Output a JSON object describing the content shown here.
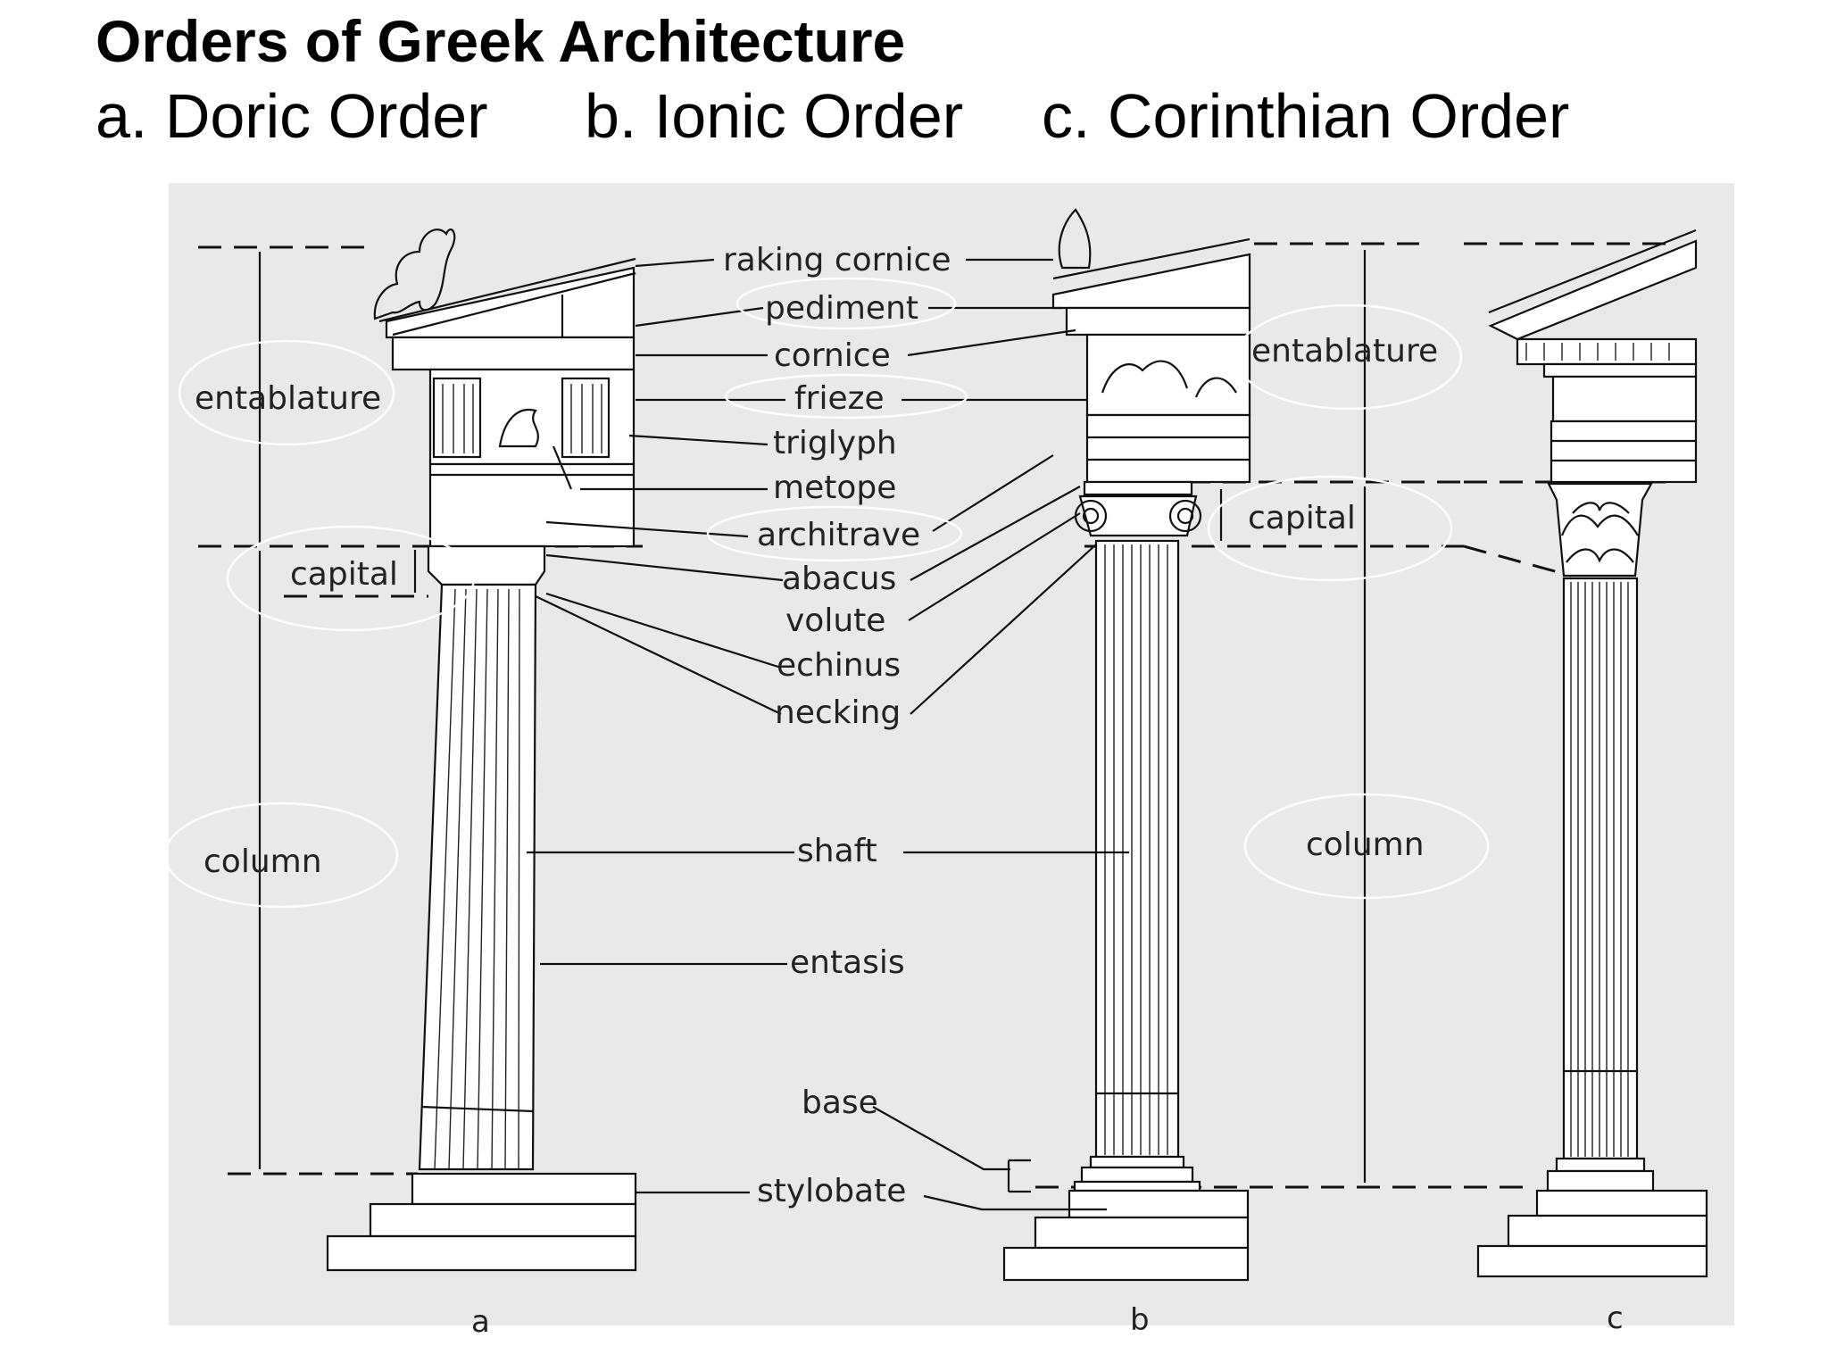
{
  "title": "Orders of Greek Architecture",
  "subtitles": [
    "a. Doric Order",
    "b. Ionic Order",
    "c. Corinthian Order"
  ],
  "figure": {
    "center_labels": {
      "raking_cornice": "raking cornice",
      "pediment": "pediment",
      "cornice": "cornice",
      "frieze": "frieze",
      "triglyph": "triglyph",
      "metope": "metope",
      "architrave": "architrave",
      "abacus": "abacus",
      "volute": "volute",
      "echinus": "echinus",
      "necking": "necking",
      "shaft": "shaft",
      "entasis": "entasis",
      "base": "base",
      "stylobate": "stylobate"
    },
    "left_labels": {
      "entablature": "entablature",
      "capital": "capital",
      "column": "column"
    },
    "right_labels": {
      "entablature": "entablature",
      "capital": "capital",
      "column": "column"
    },
    "order_letters": {
      "a": "a",
      "b": "b",
      "c": "c"
    }
  },
  "colors": {
    "background": "#e9e9e9",
    "line": "#111111",
    "highlight_ellipse": "#ffffff"
  }
}
